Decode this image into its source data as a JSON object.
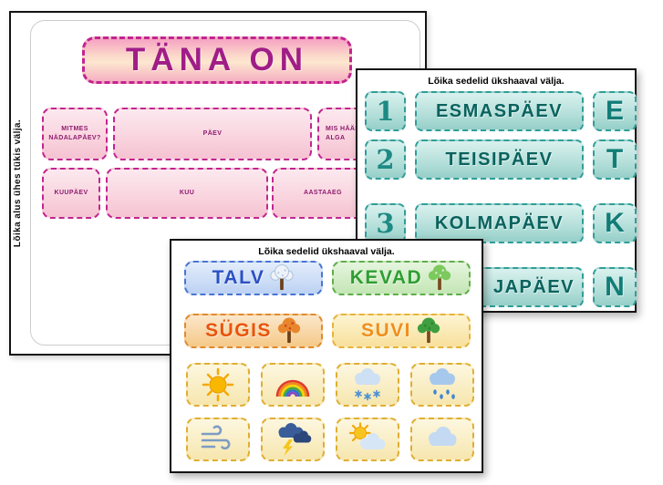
{
  "palette": {
    "pink_accent": "#c2258f",
    "teal_accent": "#2f9e98",
    "gold_accent": "#dfae33",
    "winter_blue": "#2b50c4",
    "spring_green": "#2f9e33",
    "autumn_orange": "#e8540e",
    "summer_gold": "#ef8f1f"
  },
  "base_sheet": {
    "side_note": "Lõika alus ühes tükis välja.",
    "title": "TÄNA ON",
    "slots": {
      "weekday_number": "MITMES NÄDALAPÄEV?",
      "day": "PÄEV",
      "sound_line1": "MIS HÄÄL",
      "sound_line2": "ALGA",
      "date": "KUUPÄEV",
      "month": "KUU",
      "season": "AASTAAEG"
    }
  },
  "weekday_sheet": {
    "header": "Lõika sedelid ükshaaval välja.",
    "rows": [
      {
        "number": "1",
        "word": "ESMASPÄEV",
        "letter": "E"
      },
      {
        "number": "2",
        "word": "TEISIPÄEV",
        "letter": "T"
      },
      {
        "number": "3",
        "word": "KOLMAPÄEV",
        "letter": "K"
      },
      {
        "number": "",
        "word": "JAPÄEV",
        "letter": "N"
      }
    ]
  },
  "season_sheet": {
    "header": "Lõika sedelid ükshaaval välja.",
    "seasons": [
      {
        "label": "TALV",
        "icon": "winter-tree-icon"
      },
      {
        "label": "KEVAD",
        "icon": "spring-tree-icon"
      },
      {
        "label": "SÜGIS",
        "icon": "autumn-tree-icon"
      },
      {
        "label": "SUVI",
        "icon": "summer-tree-icon"
      }
    ],
    "weather": [
      {
        "icon": "sun-icon"
      },
      {
        "icon": "rainbow-icon"
      },
      {
        "icon": "snow-cloud-icon"
      },
      {
        "icon": "rain-cloud-icon"
      },
      {
        "icon": "wind-icon"
      },
      {
        "icon": "storm-cloud-icon"
      },
      {
        "icon": "sun-behind-cloud-icon"
      },
      {
        "icon": "cloud-icon"
      }
    ]
  }
}
